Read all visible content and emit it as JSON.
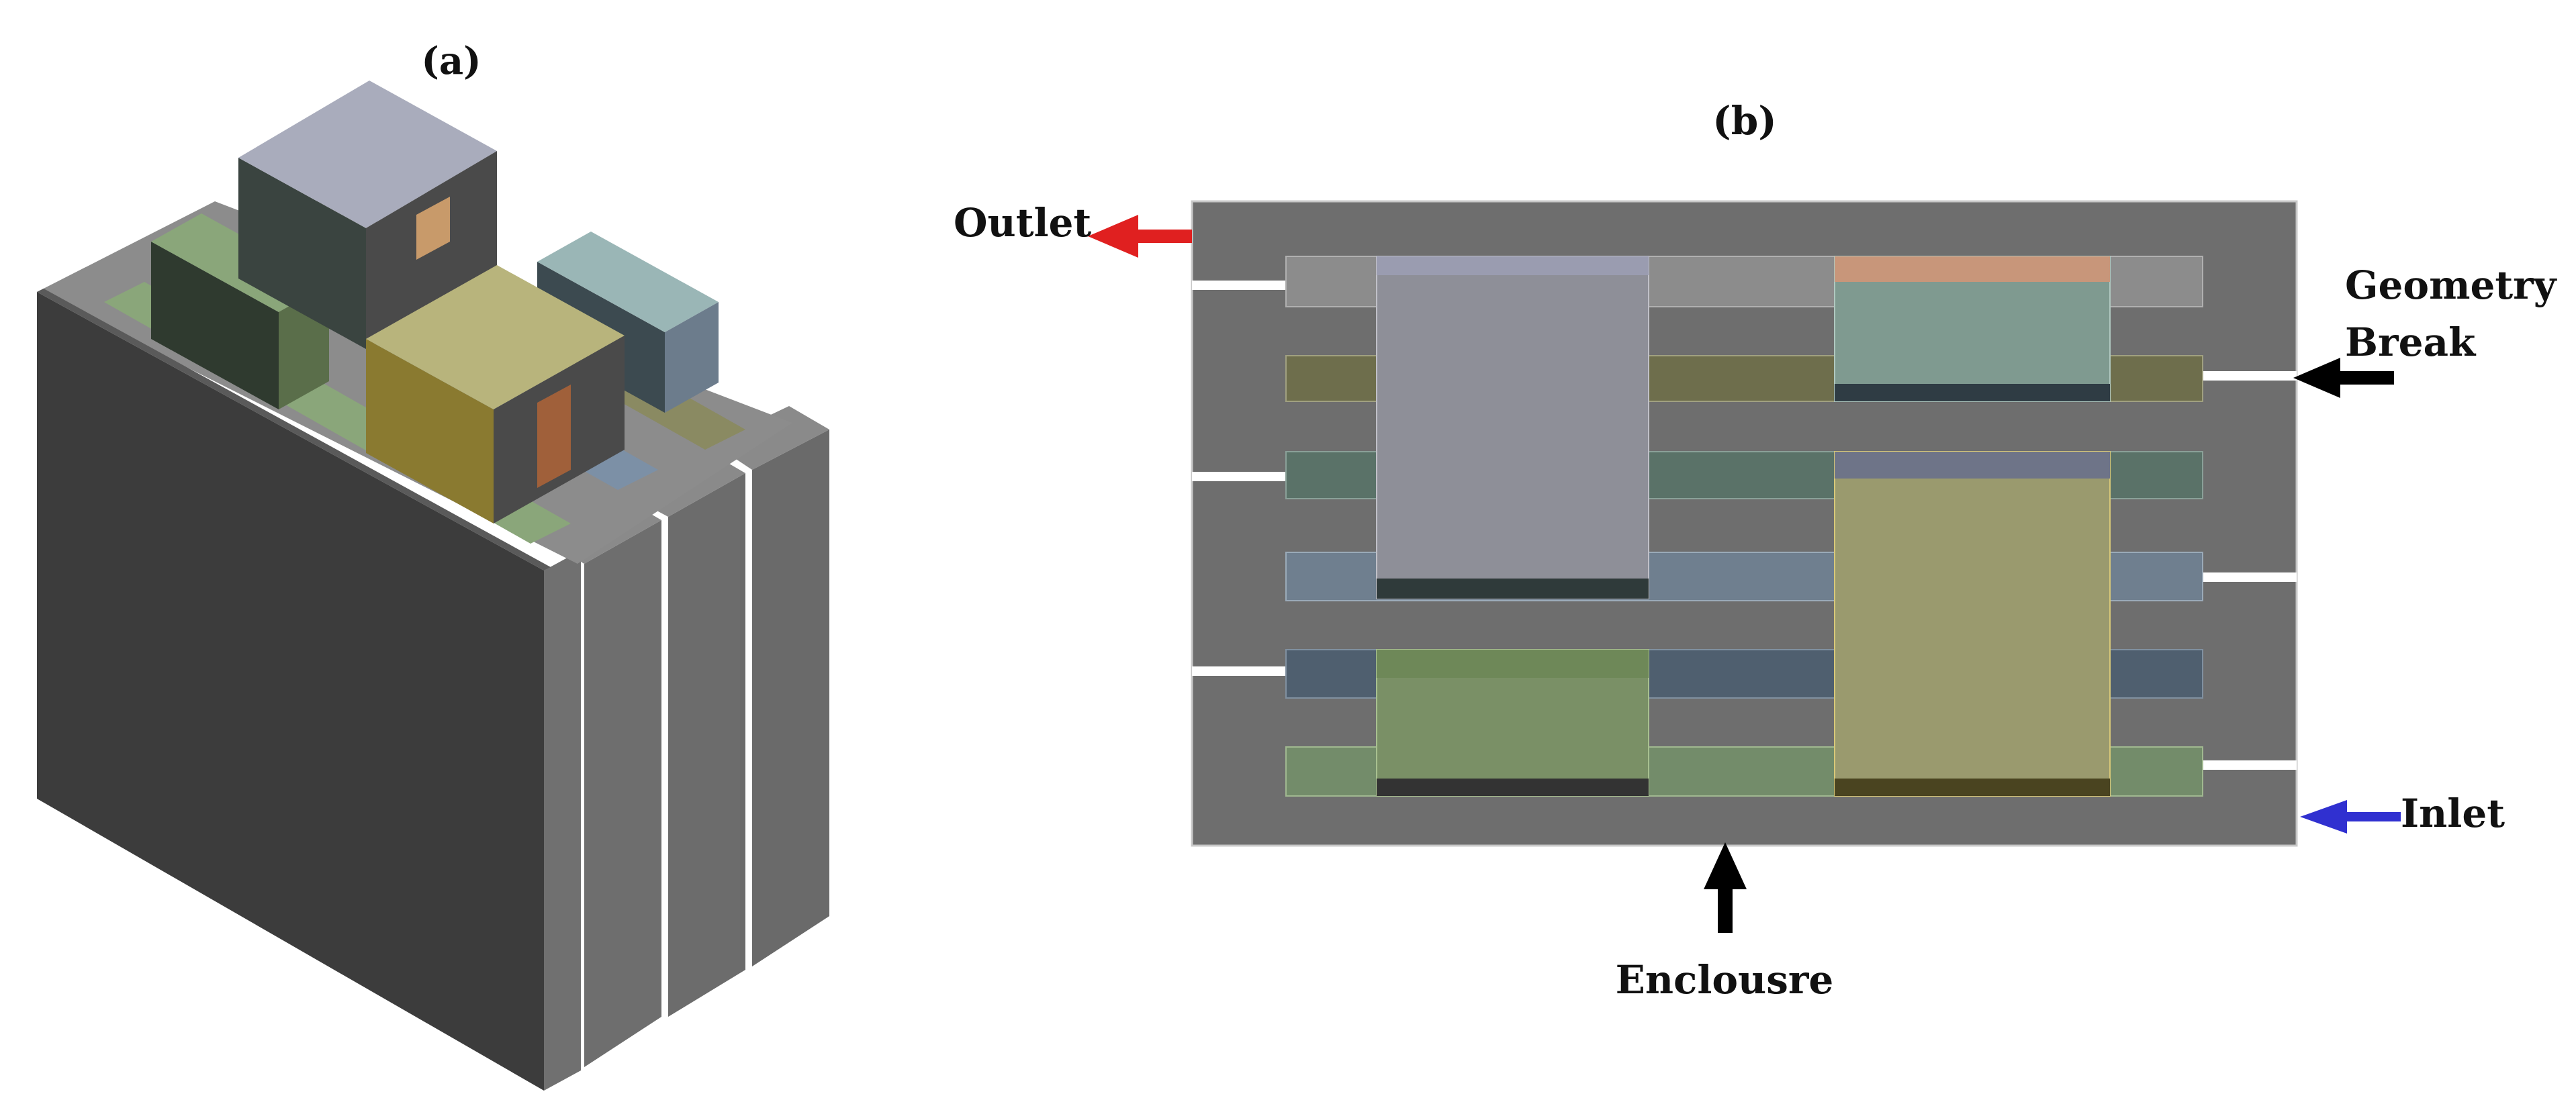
{
  "panels": {
    "a": {
      "label": "(a)"
    },
    "b": {
      "label": "(b)"
    }
  },
  "annotations": {
    "outlet": "Outlet",
    "geometry_break_line1": "Geometry",
    "geometry_break_line2": "Break",
    "inlet": "Inlet",
    "enclosure": "Enclousre"
  },
  "colors": {
    "enclosure": "#6e6e6e",
    "enclosure_edge": "#c8c8c8",
    "outlet_arrow": "#e02020",
    "inlet_arrow": "#3030d0",
    "pointer_arrow": "#000000",
    "row_gray": "#8c8c8c",
    "row_olive": "#6e6e4c",
    "row_teal": "#5a7268",
    "row_blue": "#6f7f8f",
    "row_slate": "#4f5f6f",
    "row_green": "#738c6a",
    "block_gray": "#8e8f98",
    "block_teal": "#7f9a90",
    "block_olive": "#9a9a6e",
    "block_green": "#7a9066",
    "iso_dark": "#3c3c3c",
    "iso_mid": "#6a6a6a",
    "iso_light": "#8a8a8a"
  }
}
